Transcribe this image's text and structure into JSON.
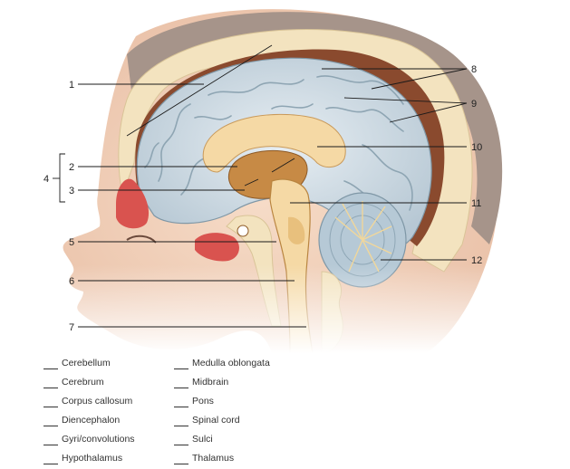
{
  "callouts": [
    "1",
    "2",
    "3",
    "4",
    "5",
    "6",
    "7",
    "8",
    "9",
    "10",
    "11",
    "12"
  ],
  "terms": {
    "left": [
      "Cerebellum",
      "Cerebrum",
      "Corpus callosum",
      "Diencephalon",
      "Gyri/convolutions",
      "Hypothalamus"
    ],
    "right": [
      "Medulla oblongata",
      "Midbrain",
      "Pons",
      "Spinal cord",
      "Sulci",
      "Thalamus"
    ]
  },
  "colors": {
    "skin": "#f1d2bc",
    "hair": "#a6948a",
    "bone": "#f3e3bf",
    "brain": "#cdd9e2",
    "brainstem": "#f5d9a5",
    "sinus": "#d9534f",
    "meninges": "#8a4a2e"
  }
}
